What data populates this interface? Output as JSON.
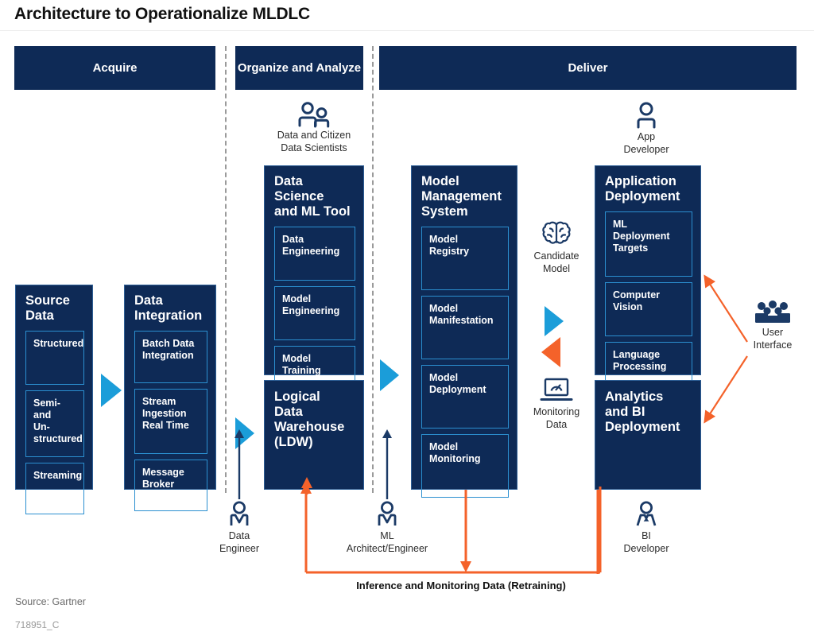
{
  "title": "Architecture to Operationalize MLDLC",
  "colors": {
    "navy": "#0e2a56",
    "card_border": "#2e5f96",
    "sub_border": "#2b8fd0",
    "blue_arrow": "#1b9dd9",
    "orange": "#f4622a",
    "dashed_divider": "#9a9a9a",
    "text_dark": "#2b2b2b"
  },
  "phases": [
    {
      "id": "acquire",
      "label": "Acquire"
    },
    {
      "id": "organize",
      "label": "Organize and\nAnalyze"
    },
    {
      "id": "deliver",
      "label": "Deliver"
    }
  ],
  "groups": {
    "source_data": {
      "title": "Source\nData",
      "items": [
        "Structured",
        "Semi- and\nUn-\nstructured",
        "Streaming"
      ]
    },
    "data_integration": {
      "title": "Data\nIntegration",
      "items": [
        "Batch Data\nIntegration",
        "Stream\nIngestion\nReal Time",
        "Message\nBroker"
      ]
    },
    "data_science_ml_tool": {
      "title": "Data\nScience\nand ML Tool",
      "items": [
        "Data\nEngineering",
        "Model\nEngineering",
        "Model\nTraining"
      ]
    },
    "logical_data_warehouse": {
      "title": "Logical\nData\nWarehouse\n(LDW)",
      "items": []
    },
    "model_management_system": {
      "title": "Model\nManagement\nSystem",
      "items": [
        "Model\nRegistry",
        "Model\nManifestation",
        "Model\nDeployment",
        "Model\nMonitoring"
      ]
    },
    "application_deployment": {
      "title": "Application\nDeployment",
      "items": [
        "ML\nDeployment\nTargets",
        "Computer\nVision",
        "Language\nProcessing"
      ]
    },
    "analytics_bi_deployment": {
      "title": "Analytics\nand BI\nDeployment",
      "items": []
    }
  },
  "personas": {
    "data_citizen_scientists": {
      "label": "Data and Citizen\nData Scientists",
      "icon": "two-people-icon"
    },
    "app_developer": {
      "label": "App\nDeveloper",
      "icon": "person-icon"
    },
    "data_engineer": {
      "label": "Data\nEngineer",
      "icon": "person-engineer-icon"
    },
    "ml_architect_engineer": {
      "label": "ML\nArchitect/Engineer",
      "icon": "person-engineer-icon"
    },
    "bi_developer": {
      "label": "BI\nDeveloper",
      "icon": "person-bi-icon"
    },
    "user_interface": {
      "label": "User\nInterface",
      "icon": "group-people-icon"
    }
  },
  "flow_labels": {
    "candidate_model": {
      "label": "Candidate\nModel",
      "icon": "brain-icon"
    },
    "monitoring_data": {
      "label": "Monitoring\nData",
      "icon": "laptop-gauge-icon"
    },
    "retraining": {
      "label": "Inference and Monitoring Data (Retraining)"
    }
  },
  "footer": {
    "source": "Source: Gartner",
    "code": "718951_C"
  }
}
